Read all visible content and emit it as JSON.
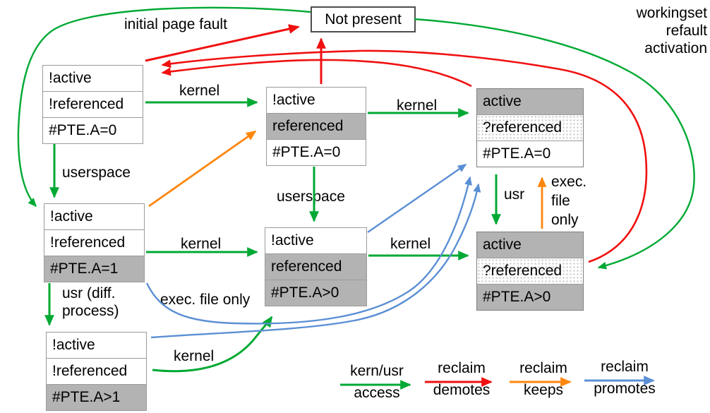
{
  "boxes": {
    "not_present": {
      "label": "Not present"
    },
    "inactive_unref_a0": {
      "rows": [
        "!active",
        "!referenced",
        "#PTE.A=0"
      ]
    },
    "inactive_ref_a0": {
      "rows": [
        "!active",
        "referenced",
        "#PTE.A=0"
      ]
    },
    "active_qref_a0": {
      "rows": [
        "active",
        "?referenced",
        "#PTE.A=0"
      ]
    },
    "inactive_unref_a1": {
      "rows": [
        "!active",
        "!referenced",
        "#PTE.A=1"
      ]
    },
    "inactive_ref_agt0": {
      "rows": [
        "!active",
        "referenced",
        "#PTE.A>0"
      ]
    },
    "active_qref_agt0": {
      "rows": [
        "active",
        "?referenced",
        "#PTE.A>0"
      ]
    },
    "inactive_unref_agt1": {
      "rows": [
        "!active",
        "!referenced",
        "#PTE.A>1"
      ]
    }
  },
  "arrow_labels": {
    "initial_page_fault": "initial page fault",
    "workingset_refault": "workingset\nrefault\nactivation",
    "kernel": "kernel",
    "userspace": "userspace",
    "usr": "usr",
    "usr_diff_process": "usr (diff.\nprocess)",
    "exec_file_only": "exec. file only",
    "exec_file_only_stacked": "exec.\nfile\nonly"
  },
  "legend": {
    "items": [
      {
        "line1": "kern/usr",
        "line2": "access",
        "color": "#00a933"
      },
      {
        "line1": "reclaim",
        "line2": "demotes",
        "color": "#f01010"
      },
      {
        "line1": "reclaim",
        "line2": "keeps",
        "color": "#ff860d"
      },
      {
        "line1": "reclaim",
        "line2": "promotes",
        "color": "#5b8fd4"
      }
    ]
  },
  "colors": {
    "access_green": "#00a933",
    "demote_red": "#f01010",
    "keep_orange": "#ff860d",
    "promote_blue": "#5b8fd4",
    "row_gray": "#b3b3b3"
  }
}
